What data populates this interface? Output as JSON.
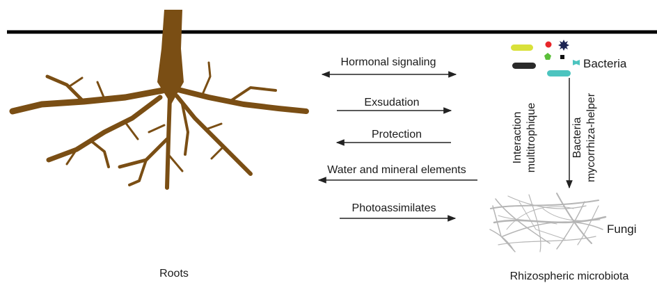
{
  "colors": {
    "root": "#7a4e14",
    "ground": "#000000",
    "arrow": "#222222",
    "fungi": "#b5b5b5",
    "text": "#1a1a1a"
  },
  "labels": {
    "roots": "Roots",
    "microbiota": "Rhizospheric microbiota",
    "bacteria": "Bacteria",
    "fungi": "Fungi",
    "interaction_line1": "Interaction",
    "interaction_line2": "multitrophique",
    "mhb_line1": "Bacteria",
    "mhb_line2": "mycorrhiza-helper"
  },
  "exchanges": [
    {
      "label": "Hormonal signaling",
      "direction": "both"
    },
    {
      "label": "Exsudation",
      "direction": "right"
    },
    {
      "label": "Protection",
      "direction": "left"
    },
    {
      "label": "Water and mineral elements",
      "direction": "left"
    },
    {
      "label": "Photoassimilates",
      "direction": "right"
    }
  ],
  "bacteria_icons": [
    {
      "name": "yellow-rod",
      "color": "#d9e13a"
    },
    {
      "name": "red-coccus",
      "color": "#e8262a"
    },
    {
      "name": "navy-star",
      "color": "#1c2452"
    },
    {
      "name": "green-pentagon",
      "color": "#5bbf3a"
    },
    {
      "name": "black-square",
      "color": "#111111"
    },
    {
      "name": "dark-rod",
      "color": "#2a2a2a"
    },
    {
      "name": "teal-bowtie",
      "color": "#4cc4bf"
    },
    {
      "name": "teal-rod",
      "color": "#4cc4bf"
    }
  ]
}
